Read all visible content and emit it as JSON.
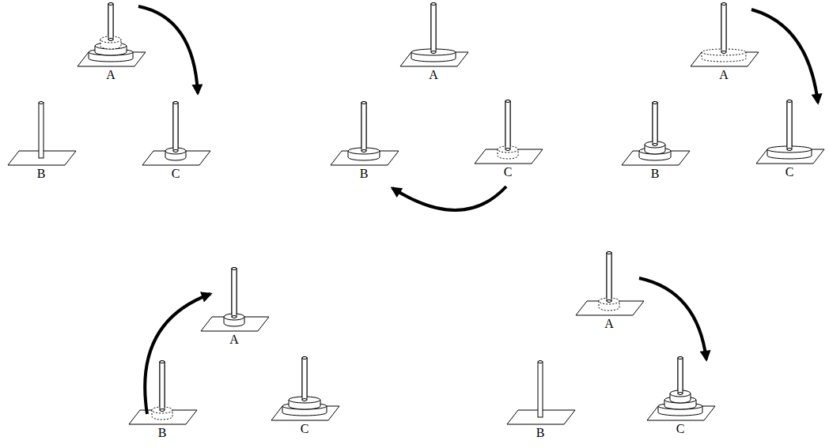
{
  "diagram": {
    "labels": [
      "A",
      "B",
      "C",
      "A",
      "B",
      "C",
      "A",
      "B",
      "C",
      "A",
      "B",
      "C",
      "A",
      "B",
      "C"
    ]
  }
}
